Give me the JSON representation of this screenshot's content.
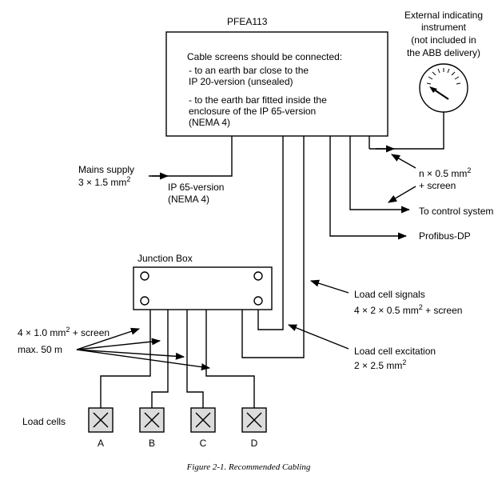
{
  "pfea": {
    "title": "PFEA113",
    "note_heading": "Cable screens should be connected:",
    "note_a1": "- to an earth bar close to the",
    "note_a2": "IP 20-version (unsealed)",
    "note_b1": "- to the earth bar fitted inside the",
    "note_b2": "enclosure of the IP 65-version",
    "note_b3": "(NEMA 4)"
  },
  "instrument": {
    "line1": "External indicating",
    "line2": "instrument",
    "line3": "(not included in",
    "line4": "the ABB delivery)"
  },
  "mains": {
    "line1": "Mains supply",
    "line2_pre": "3 × 1.5 mm",
    "line2_sup": "2",
    "ip1": "IP 65-version",
    "ip2": "(NEMA 4)"
  },
  "outputs": {
    "n_cable_pre": "n × 0.5 mm",
    "n_cable_sup": "2",
    "n_cable_screen": "+ screen",
    "control": "To control system",
    "profibus": "Profibus-DP"
  },
  "junction": {
    "title": "Junction Box"
  },
  "cables": {
    "load_cable_pre": "4 × 1.0 mm",
    "load_cable_sup": "2",
    "load_cable_post": " + screen",
    "max_len": "max. 50 m",
    "signals_title": "Load cell signals",
    "signals_pre": "4 × 2 × 0.5 mm",
    "signals_sup": "2",
    "signals_post": " + screen",
    "excitation_title": "Load cell excitation",
    "excitation_pre": "2 × 2.5 mm",
    "excitation_sup": "2"
  },
  "load_cells": {
    "label": "Load cells",
    "ids": [
      "A",
      "B",
      "C",
      "D"
    ]
  },
  "caption": "Figure 2-1. Recommended Cabling"
}
